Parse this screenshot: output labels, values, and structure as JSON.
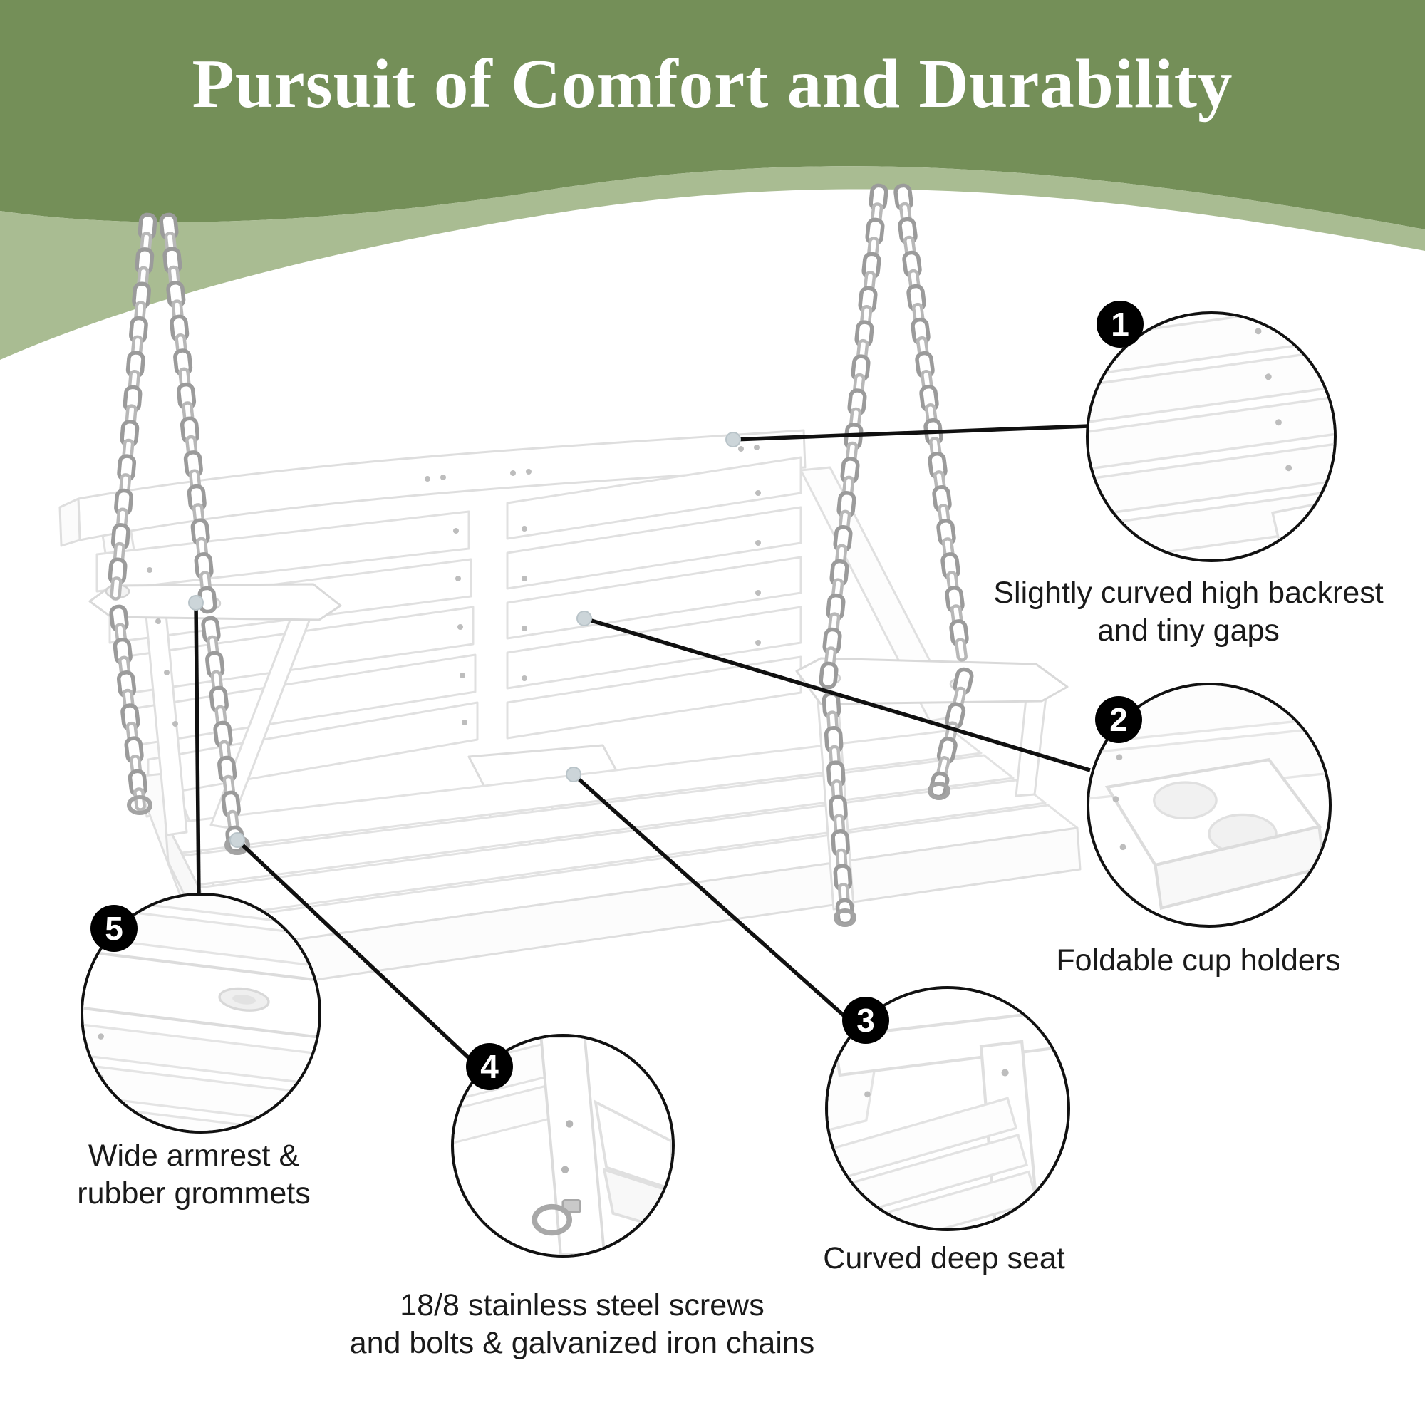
{
  "title": "Pursuit of Comfort and Durability",
  "theme": {
    "banner_green": "#748f58",
    "banner_light_green": "#a9bc92",
    "leader_line_color": "#101010",
    "badge_bg": "#000000",
    "badge_text_color": "#ffffff",
    "caption_color": "#1a1a1a",
    "title_color": "#ffffff",
    "chain_color": "#9b9b9b",
    "product_color": "#ffffff"
  },
  "callouts": [
    {
      "number": "1",
      "lines": [
        "Slightly curved high backrest",
        "and tiny gaps"
      ]
    },
    {
      "number": "2",
      "lines": [
        "Foldable cup holders"
      ]
    },
    {
      "number": "3",
      "lines": [
        "Curved deep seat"
      ]
    },
    {
      "number": "4",
      "lines": [
        "18/8 stainless steel screws",
        "and bolts & galvanized iron chains"
      ]
    },
    {
      "number": "5",
      "lines": [
        "Wide armrest &",
        "rubber grommets"
      ]
    }
  ]
}
